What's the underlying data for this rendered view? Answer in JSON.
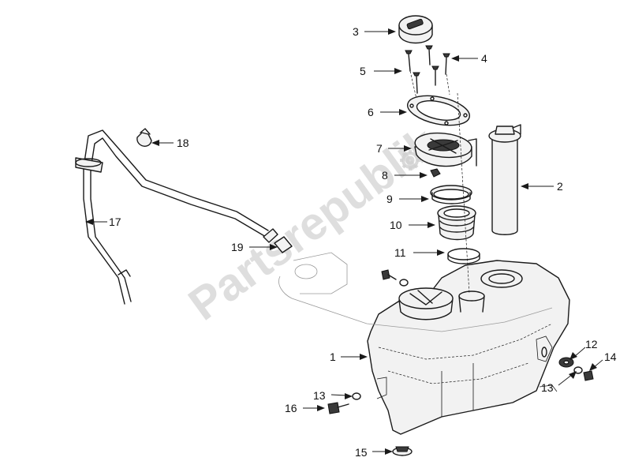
{
  "watermark": {
    "text": "Partsrepublik"
  },
  "callouts": [
    {
      "label": "1"
    },
    {
      "label": "2"
    },
    {
      "label": "3"
    },
    {
      "label": "4"
    },
    {
      "label": "5"
    },
    {
      "label": "6"
    },
    {
      "label": "7"
    },
    {
      "label": "8"
    },
    {
      "label": "9"
    },
    {
      "label": "10"
    },
    {
      "label": "11"
    },
    {
      "label": "12"
    },
    {
      "label": "13"
    },
    {
      "label": "13"
    },
    {
      "label": "14"
    },
    {
      "label": "15"
    },
    {
      "label": "16"
    },
    {
      "label": "17"
    },
    {
      "label": "18"
    },
    {
      "label": "19"
    }
  ]
}
